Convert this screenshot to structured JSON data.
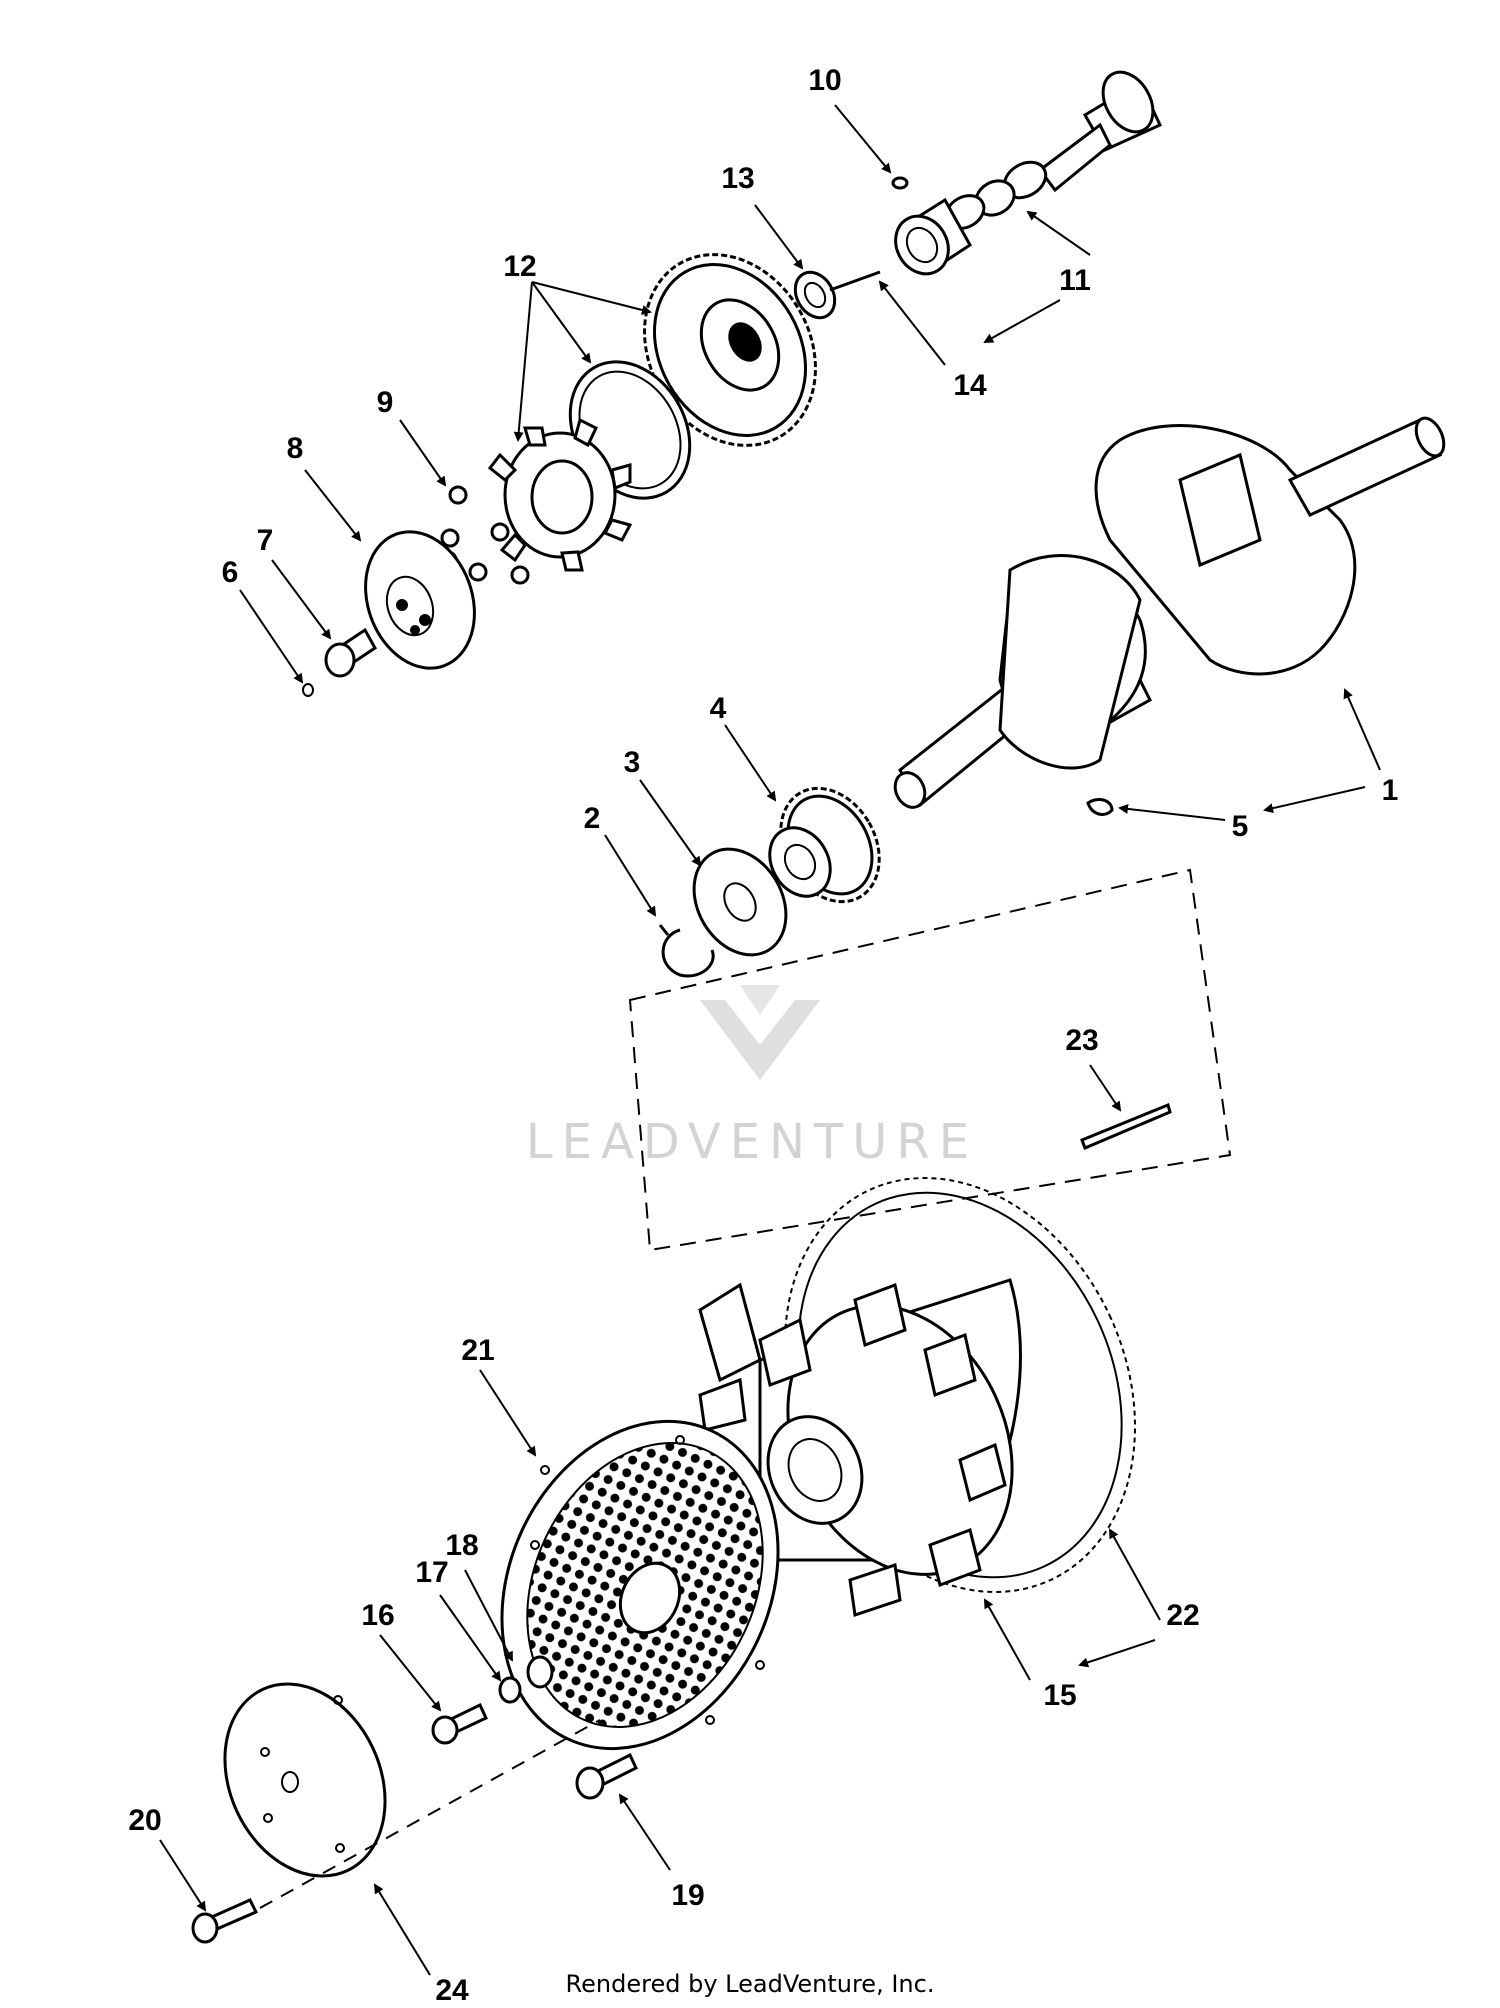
{
  "watermark": {
    "text": "LEADVENTURE"
  },
  "footer": {
    "credit": "Rendered by LeadVenture, Inc."
  },
  "callouts": [
    {
      "id": "1",
      "label": "1"
    },
    {
      "id": "2",
      "label": "2"
    },
    {
      "id": "3",
      "label": "3"
    },
    {
      "id": "4",
      "label": "4"
    },
    {
      "id": "5",
      "label": "5"
    },
    {
      "id": "6",
      "label": "6"
    },
    {
      "id": "7",
      "label": "7"
    },
    {
      "id": "8",
      "label": "8"
    },
    {
      "id": "9",
      "label": "9"
    },
    {
      "id": "10",
      "label": "10"
    },
    {
      "id": "11",
      "label": "11"
    },
    {
      "id": "12",
      "label": "12"
    },
    {
      "id": "13",
      "label": "13"
    },
    {
      "id": "14",
      "label": "14"
    },
    {
      "id": "15",
      "label": "15"
    },
    {
      "id": "16",
      "label": "16"
    },
    {
      "id": "17",
      "label": "17"
    },
    {
      "id": "18",
      "label": "18"
    },
    {
      "id": "19",
      "label": "19"
    },
    {
      "id": "20",
      "label": "20"
    },
    {
      "id": "21",
      "label": "21"
    },
    {
      "id": "22",
      "label": "22"
    },
    {
      "id": "23",
      "label": "23"
    },
    {
      "id": "24",
      "label": "24"
    }
  ]
}
